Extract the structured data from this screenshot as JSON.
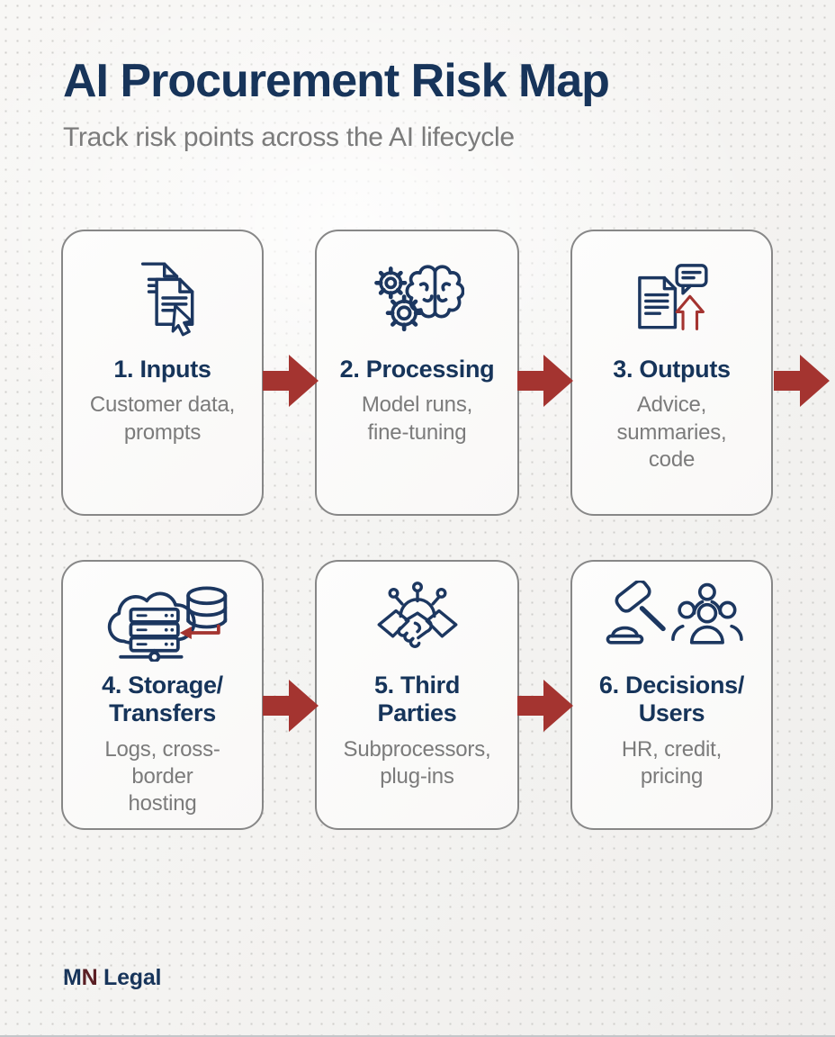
{
  "header": {
    "title": "AI Procurement Risk Map",
    "subtitle": "Track risk points across the AI lifecycle"
  },
  "cards": [
    {
      "title": "1. Inputs",
      "description": "Customer data,\nprompts",
      "icon": "documents-cursor-icon"
    },
    {
      "title": "2. Processing",
      "description": "Model runs,\nfine-tuning",
      "icon": "gears-brain-icon"
    },
    {
      "title": "3. Outputs",
      "description": "Advice,\nsummaries,\ncode",
      "icon": "document-chat-upload-icon"
    },
    {
      "title": "4. Storage/\nTransfers",
      "description": "Logs, cross-\nborder\nhosting",
      "icon": "cloud-server-database-icon"
    },
    {
      "title": "5. Third\nParties",
      "description": "Subprocessors,\nplug-ins",
      "icon": "handshake-network-icon"
    },
    {
      "title": "6. Decisions/\nUsers",
      "description": "HR, credit,\npricing",
      "icon": "gavel-people-icon"
    }
  ],
  "flow_arrows": {
    "count": 5,
    "direction": "right",
    "icon": "right-arrow-icon"
  },
  "footer": {
    "brand_letter_m": "M",
    "brand_letter_n": "N",
    "brand_rest": "Legal"
  },
  "colors": {
    "navy": "#17345a",
    "icon_navy": "#1c3760",
    "arrow_red": "#a43430",
    "gray_text": "#7b7b7b",
    "card_border": "#878787",
    "background": "#f4f3f1"
  }
}
